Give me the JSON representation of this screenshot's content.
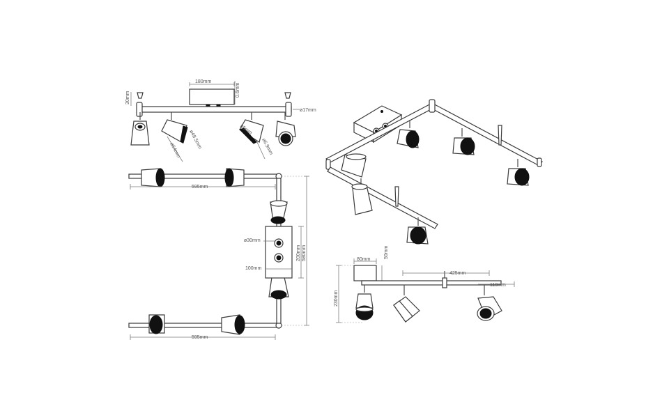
{
  "colors": {
    "line": "#3a3a3a",
    "dimension": "#7a7a7a",
    "background": "#ffffff"
  },
  "front_view": {
    "dims": {
      "canopy_width": "180mm",
      "canopy_depth": "0.6mm",
      "knob_height": "30mm",
      "bar_diameter": "ø17mm",
      "shade_diameter_small": "ø48.5mm",
      "shade_length": "85mm",
      "shade_diameter_large": "ø64mm",
      "joint_diameter": "ø6.9mm"
    }
  },
  "top_view": {
    "dims": {
      "arm_top": "595mm",
      "arm_bottom": "595mm",
      "hole_diameter": "ø30mm",
      "canopy_width": "100mm",
      "canopy_height": "200mm",
      "total_height": "580mm"
    }
  },
  "side_view": {
    "dims": {
      "canopy_width": "80mm",
      "canopy_height": "50mm",
      "spacing": "425mm",
      "end_offset": "110mm",
      "total_height": "230mm"
    }
  }
}
